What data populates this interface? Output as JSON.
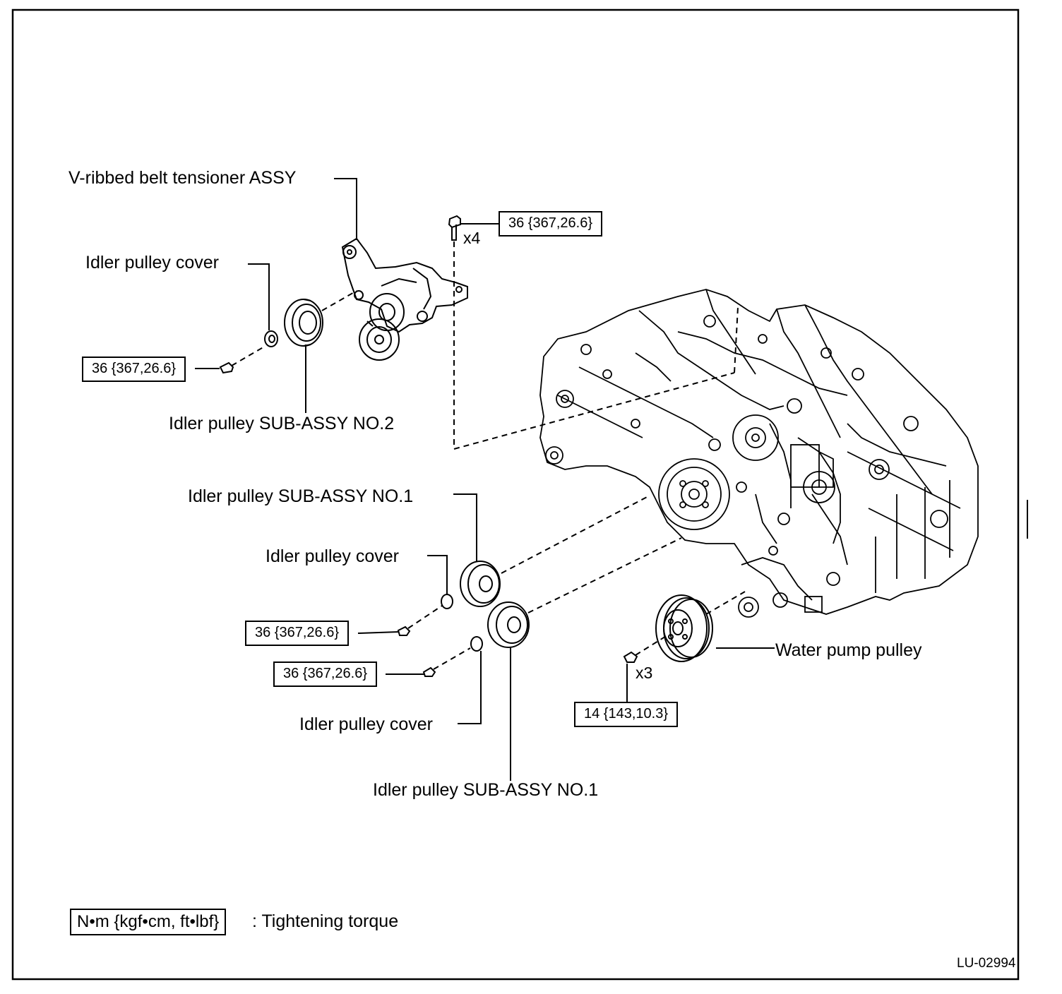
{
  "labels": {
    "tensioner": "V-ribbed belt tensioner ASSY",
    "idler_cover_top": "Idler pulley cover",
    "idler_no2": "Idler pulley SUB-ASSY NO.2",
    "idler_no1_upper": "Idler pulley SUB-ASSY NO.1",
    "idler_cover_mid": "Idler pulley cover",
    "idler_cover_low": "Idler pulley cover",
    "idler_no1_lower": "Idler pulley SUB-ASSY NO.1",
    "water_pump_pulley": "Water pump pulley"
  },
  "torques": {
    "tensioner_bolts": "36 {367,26.6}",
    "idler_no2_bolt": "36 {367,26.6}",
    "idler_no1_upper_bolt": "36 {367,26.6}",
    "idler_no1_lower_bolt": "36 {367,26.6}",
    "water_pump_bolts": "14 {143,10.3}"
  },
  "counts": {
    "tensioner_bolts": "x4",
    "water_pump_bolts": "x3"
  },
  "legend": {
    "unit": "N•m {kgf•cm, ft•lbf}",
    "text": ": Tightening torque"
  },
  "figure_code": "LU-02994"
}
